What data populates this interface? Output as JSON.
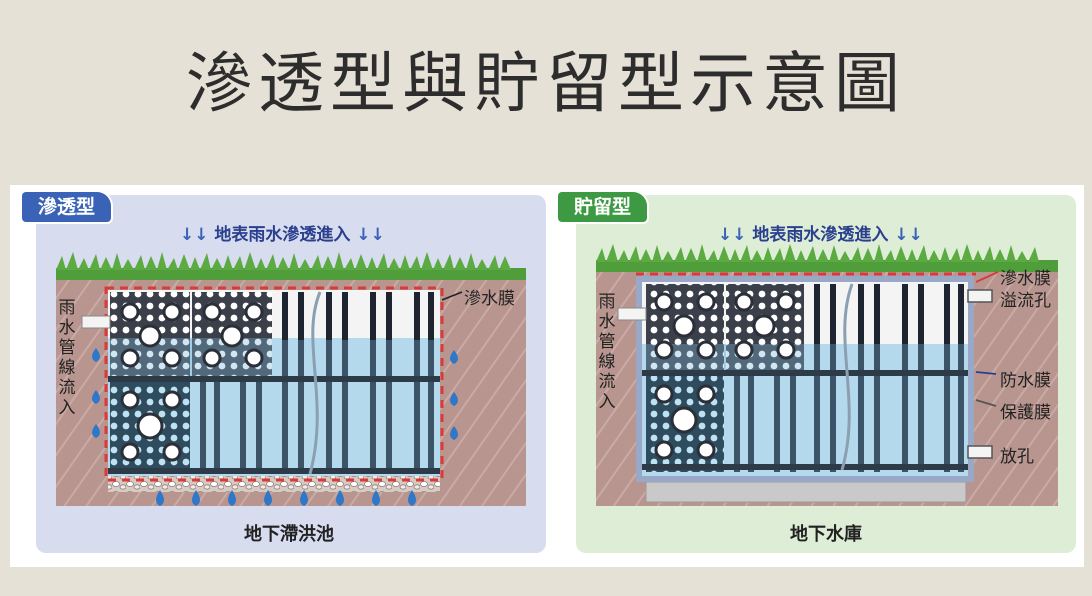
{
  "title": "滲透型與貯留型示意圖",
  "infiltration": {
    "tag": "滲透型",
    "rain_label": "地表雨水滲透進入",
    "side_label": [
      "雨",
      "水",
      "管",
      "線",
      "流",
      "入"
    ],
    "callout_membrane": "滲水膜",
    "caption": "地下滯洪池"
  },
  "storage": {
    "tag": "貯留型",
    "rain_label": "地表雨水滲透進入",
    "side_label": [
      "雨",
      "水",
      "管",
      "線",
      "流",
      "入"
    ],
    "callout_membrane": "滲水膜",
    "callout_overflow": "溢流孔",
    "callout_waterproof": "防水膜",
    "callout_protect": "保護膜",
    "callout_drain": "放孔",
    "caption": "地下水庫"
  },
  "colors": {
    "title": "#2d2d2d",
    "left_panel": "#d7dcef",
    "right_panel": "#ddedd6",
    "left_tag": "#3a63b8",
    "right_tag": "#3d9a43",
    "soil": "#b69690",
    "water": "#a9d4ea",
    "grass": "#4c9b39",
    "membrane": "#d93a3a",
    "drop": "#2f77c9"
  }
}
